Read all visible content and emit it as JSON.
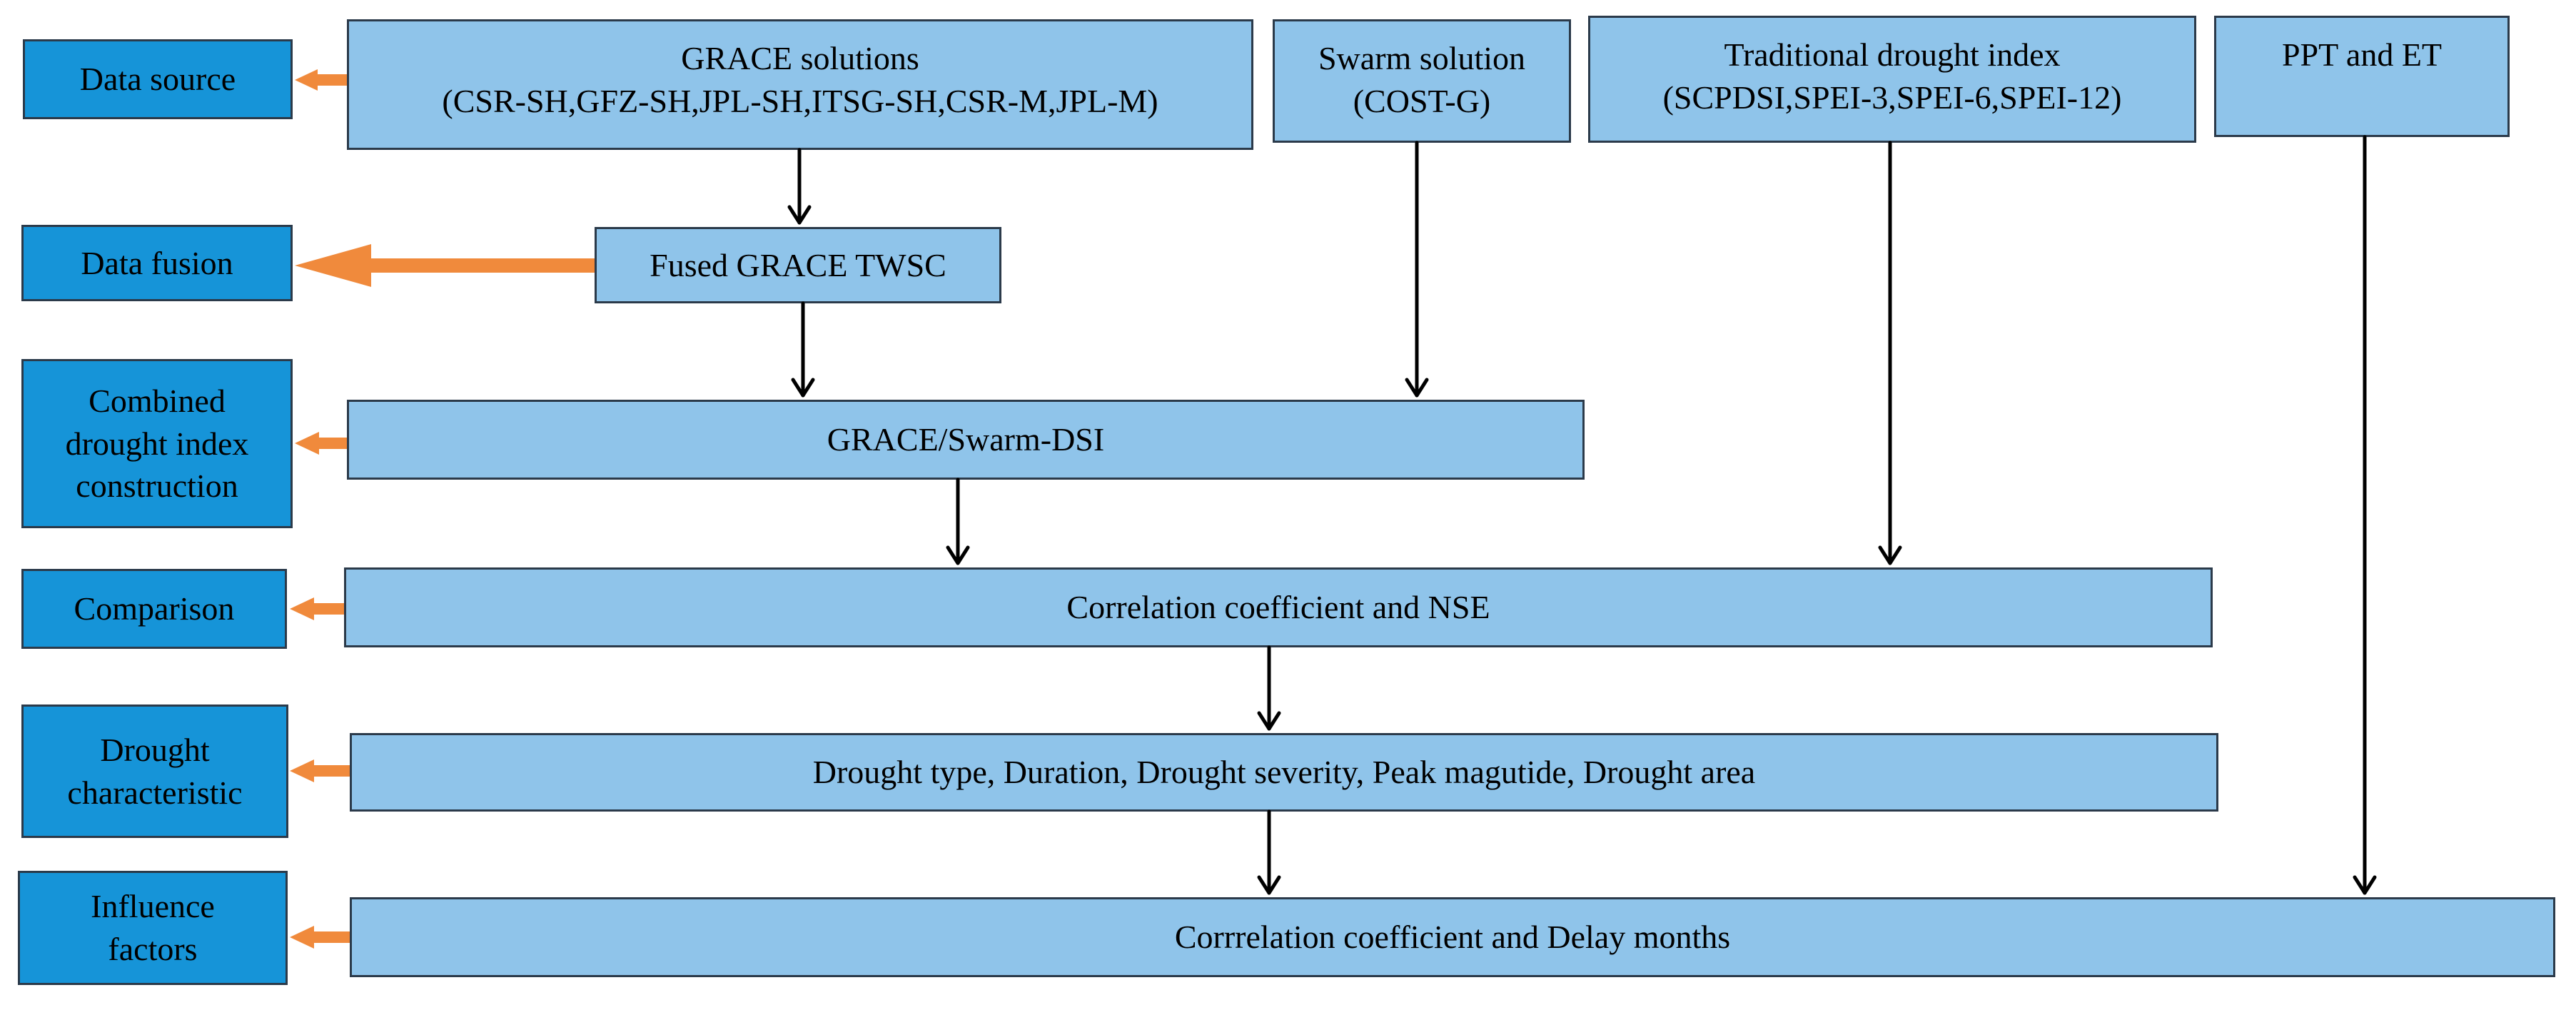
{
  "left_labels": {
    "data_source": [
      "Data source"
    ],
    "data_fusion": [
      "Data fusion"
    ],
    "combined": [
      "Combined",
      "drought index",
      "construction"
    ],
    "comparison": [
      "Comparison"
    ],
    "drought_char": [
      "Drought",
      "characteristic"
    ],
    "influence": [
      "Influence",
      "factors"
    ]
  },
  "boxes": {
    "grace": [
      "GRACE solutions",
      "(CSR-SH,GFZ-SH,JPL-SH,ITSG-SH,CSR-M,JPL-M)"
    ],
    "swarm": [
      "Swarm solution",
      "(COST-G)"
    ],
    "traditional": [
      "Traditional drought index",
      "(SCPDSI,SPEI-3,SPEI-6,SPEI-12)"
    ],
    "ppt_et": [
      "PPT and ET"
    ],
    "fused": [
      "Fused GRACE TWSC"
    ],
    "dsi": [
      "GRACE/Swarm-DSI"
    ],
    "comparison": [
      "Correlation coefficient and NSE"
    ],
    "drought_char": [
      "Drought type, Duration, Drought severity, Peak magutide, Drought area"
    ],
    "influence": [
      "Corrrelation coefficient and Delay months"
    ]
  },
  "colors": {
    "left_fill": "#1694d8",
    "box_fill": "#8fc4ea",
    "border": "#2b3a4a",
    "orange_arrow": "#f08a3c",
    "black_arrow": "#000000"
  }
}
